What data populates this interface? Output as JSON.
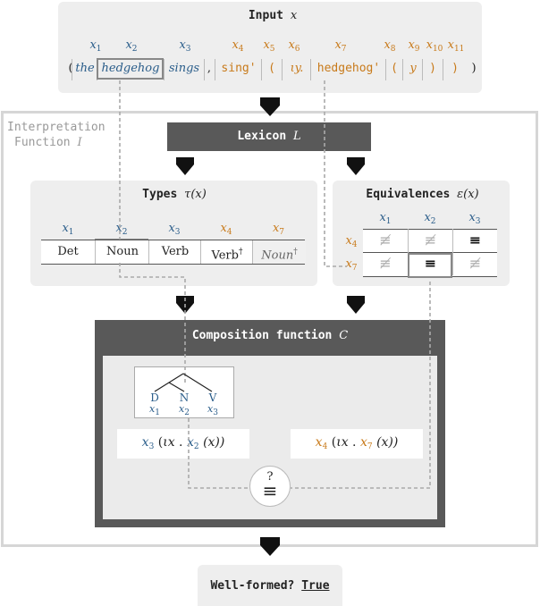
{
  "input": {
    "title": "Input",
    "title_var": "x",
    "index_labels": [
      {
        "t": "x",
        "n": "1",
        "c": "blue"
      },
      {
        "t": "x",
        "n": "2",
        "c": "blue"
      },
      {
        "t": "x",
        "n": "3",
        "c": "blue"
      },
      {
        "t": "x",
        "n": "4",
        "c": "orange"
      },
      {
        "t": "x",
        "n": "5",
        "c": "orange"
      },
      {
        "t": "x",
        "n": "6",
        "c": "orange"
      },
      {
        "t": "x",
        "n": "7",
        "c": "orange"
      },
      {
        "t": "x",
        "n": "8",
        "c": "orange"
      },
      {
        "t": "x",
        "n": "9",
        "c": "orange"
      },
      {
        "t": "x",
        "n": "10",
        "c": "orange"
      },
      {
        "t": "x",
        "n": "11",
        "c": "orange"
      }
    ],
    "tokens": [
      "(",
      "the",
      "hedgehog",
      "sings",
      ",",
      "sing'",
      "(",
      "ιy.",
      "hedgehog'",
      "(",
      "y",
      ")",
      ")",
      ")"
    ]
  },
  "interpretation": {
    "label_line1": "Interpretation",
    "label_line2": "Function",
    "label_var": "I"
  },
  "lexicon": {
    "title": "Lexicon",
    "var": "L"
  },
  "types": {
    "title": "Types",
    "func": "τ(x)",
    "headers": [
      {
        "t": "x",
        "n": "1",
        "c": "blue"
      },
      {
        "t": "x",
        "n": "2",
        "c": "blue"
      },
      {
        "t": "x",
        "n": "3",
        "c": "blue"
      },
      {
        "t": "x",
        "n": "4",
        "c": "orange"
      },
      {
        "t": "x",
        "n": "7",
        "c": "orange"
      }
    ],
    "cells": [
      "Det",
      "Noun",
      "Verb",
      "Verb",
      "Noun"
    ],
    "dagger": "†"
  },
  "equivalences": {
    "title": "Equivalences",
    "func": "ε(x)",
    "col_headers": [
      {
        "t": "x",
        "n": "1"
      },
      {
        "t": "x",
        "n": "2"
      },
      {
        "t": "x",
        "n": "3"
      }
    ],
    "row_headers": [
      {
        "t": "x",
        "n": "4"
      },
      {
        "t": "x",
        "n": "7"
      }
    ],
    "rows": [
      [
        "≢",
        "≢",
        "≡"
      ],
      [
        "≢",
        "≡",
        "≢"
      ]
    ]
  },
  "composition": {
    "title": "Composition function",
    "var": "C",
    "tree": {
      "labels": [
        "D",
        "N",
        "V"
      ],
      "subs": [
        {
          "t": "x",
          "n": "1"
        },
        {
          "t": "x",
          "n": "2"
        },
        {
          "t": "x",
          "n": "3"
        }
      ]
    },
    "left_expr": {
      "head": "x",
      "head_n": "3",
      "op": "ιx",
      "arg": "x",
      "arg_n": "2",
      "tail": "(x))"
    },
    "right_expr": {
      "head": "x",
      "head_n": "4",
      "op": "ιx",
      "arg": "x",
      "arg_n": "7",
      "tail": "(x))"
    },
    "compare_q": "?",
    "compare_sym": "≡"
  },
  "output": {
    "label": "Well-formed?",
    "value": "True"
  },
  "colors": {
    "blue": "#2a5d8a",
    "orange": "#c87a1a",
    "dark": "#595959",
    "light": "#eeeeee"
  }
}
